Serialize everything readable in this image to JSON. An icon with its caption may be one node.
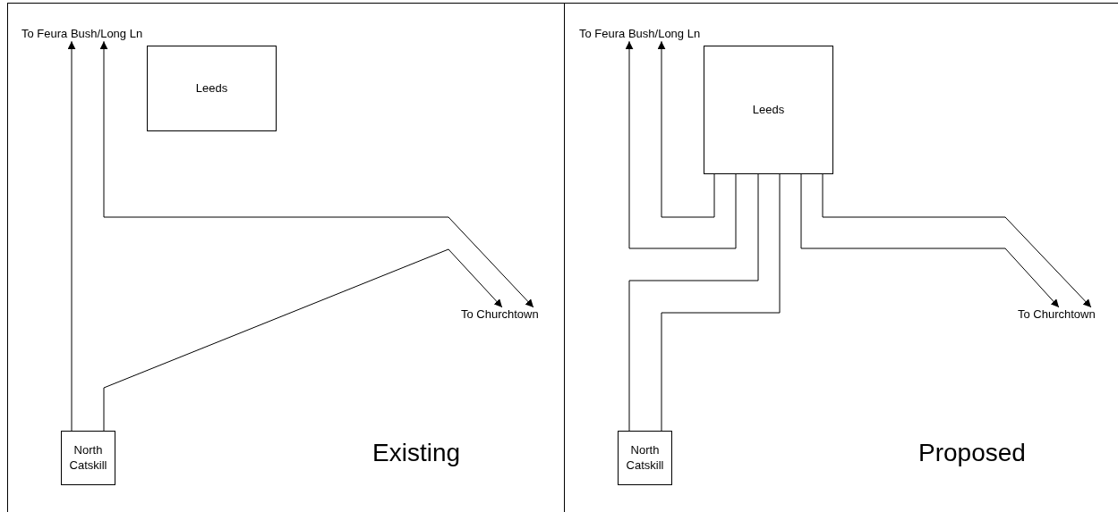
{
  "diagram": {
    "nodes": [
      {
        "text": [
          "Existing"
        ]
      },
      {
        "text": [
          "To Feura Bush/Long Ln"
        ],
        "in": 0
      },
      {
        "text": [
          "Leeds"
        ],
        "in": 0
      },
      {
        "text": [
          "To Churchtown"
        ],
        "in": 0
      },
      {
        "text": [
          "North Catskill"
        ],
        "in": 0
      },
      {
        "text": [
          "Proposed"
        ]
      },
      {
        "text": [
          "To Feura Bush/Long Ln"
        ],
        "in": 5
      },
      {
        "text": [
          "Leeds"
        ],
        "in": 5
      },
      {
        "text": [
          "To Churchtown"
        ],
        "in": 5
      },
      {
        "text": [
          "North Catskill"
        ],
        "in": 5
      }
    ],
    "edges": [
      {
        "from": 4,
        "to": 1,
        "arrow": "to"
      },
      {
        "from": 1,
        "to": 3,
        "arrow": "both"
      },
      {
        "from": 4,
        "to": 3,
        "arrow": "to"
      },
      {
        "from": 7,
        "to": 6,
        "arrow": "to"
      },
      {
        "from": 7,
        "to": 6,
        "arrow": "to"
      },
      {
        "from": 7,
        "to": 9,
        "arrow": "none"
      },
      {
        "from": 7,
        "to": 9,
        "arrow": "none"
      },
      {
        "from": 7,
        "to": 8,
        "arrow": "to"
      },
      {
        "from": 7,
        "to": 8,
        "arrow": "to"
      }
    ]
  }
}
